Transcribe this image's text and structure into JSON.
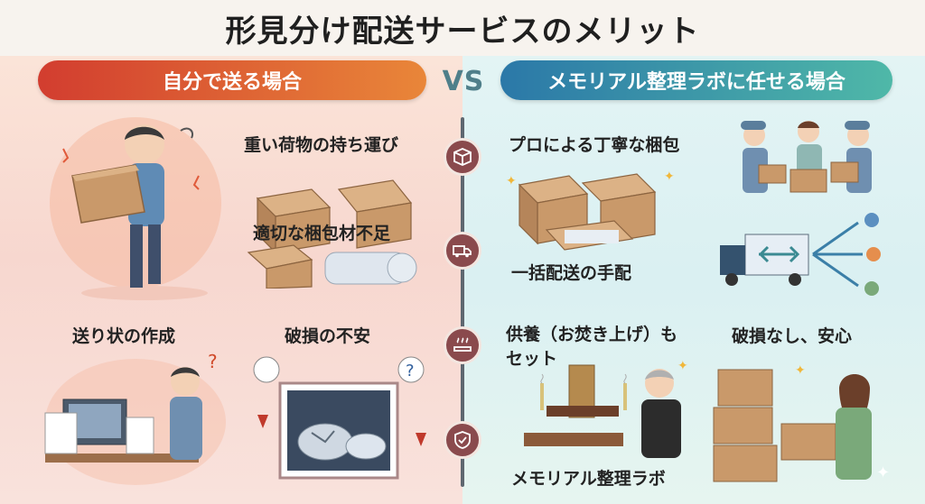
{
  "title": "形見分け配送サービスのメリット",
  "left_header": "自分で送る場合",
  "vs": "VS",
  "right_header": "メモリアル整理ラボに任せる場合",
  "left": {
    "heavy": "重い荷物の持ち運び",
    "packing": "適切な梱包材不足",
    "label": "送り状の作成",
    "damage": "破損の不安"
  },
  "right": {
    "packing": "プロによる丁寧な梱包",
    "delivery": "一括配送の手配",
    "memorial_line1": "供養（お焚き上げ）も",
    "memorial_line2": "セット",
    "safe": "破損なし、安心",
    "brand": "メモリアル整理ラボ"
  },
  "icons": [
    "box-icon",
    "truck-icon",
    "incense-icon",
    "shield-check-icon"
  ],
  "colors": {
    "left_accent": "#d23d2f",
    "right_accent": "#2b78a8",
    "node": "#8a4a4d",
    "box": "#c9996a"
  }
}
